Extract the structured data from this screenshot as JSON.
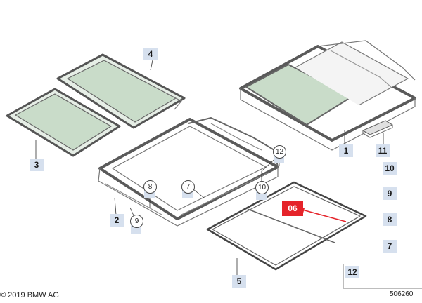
{
  "parts": [
    {
      "id": "p1",
      "label": "1"
    },
    {
      "id": "p2",
      "label": "2"
    },
    {
      "id": "p3",
      "label": "3"
    },
    {
      "id": "p4",
      "label": "4"
    },
    {
      "id": "p5",
      "label": "5"
    },
    {
      "id": "p11",
      "label": "11"
    }
  ],
  "callouts": {
    "c12": "12",
    "c10": "10",
    "c8": "8",
    "c7": "7",
    "c9": "9"
  },
  "highlight": {
    "label": "06",
    "color": "#e5232a"
  },
  "side_panel": {
    "items": [
      {
        "label": "10"
      },
      {
        "label": "9"
      },
      {
        "label": "8"
      },
      {
        "label": "7"
      },
      {
        "label": "12"
      }
    ]
  },
  "footer": {
    "copyright": "© 2019 BMW AG",
    "diagram_id": "506260"
  },
  "colors": {
    "label_bg": "#d6e0ee",
    "glass": "#c9dcc9",
    "frame": "#4a4a4a",
    "highlight": "#e5232a"
  }
}
